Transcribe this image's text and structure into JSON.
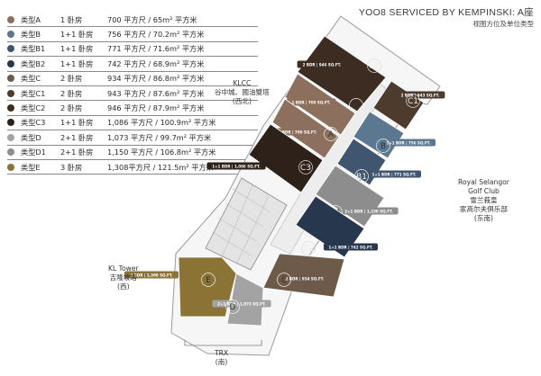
{
  "header": {
    "title": "YOO8 SERVICED BY KEMPINSKI: A座",
    "subtitle": "视图方位及单位类型"
  },
  "colors": {
    "A": "#8c6f5d",
    "B": "#5b7890",
    "B1": "#40566e",
    "B2": "#27374d",
    "C": "#6e5a48",
    "C1": "#4d3b2e",
    "C2": "#3d2c22",
    "C3": "#2e211a",
    "D": "#a3a3a3",
    "D1": "#8d8d8d",
    "E": "#8a7335"
  },
  "legend": [
    {
      "key": "A",
      "type": "类型A",
      "bed": "1 卧房",
      "area": "700 平方尺 / 65m² 平方米"
    },
    {
      "key": "B",
      "type": "类型B",
      "bed": "1+1 卧房",
      "area": "756 平方尺 / 70.2m² 平方米"
    },
    {
      "key": "B1",
      "type": "类型B1",
      "bed": "1+1 卧房",
      "area": "771 平方尺 / 71.6m² 平方米"
    },
    {
      "key": "B2",
      "type": "类型B2",
      "bed": "1+1 卧房",
      "area": "742 平方尺 / 68.9m² 平方米"
    },
    {
      "key": "C",
      "type": "类型C",
      "bed": "2 卧房",
      "area": "934 平方尺 / 86.8m² 平方米"
    },
    {
      "key": "C1",
      "type": "类型C1",
      "bed": "2 卧房",
      "area": "943 平方尺 / 87.6m² 平方米"
    },
    {
      "key": "C2",
      "type": "类型C2",
      "bed": "2 卧房",
      "area": "946 平方尺 / 87.9m² 平方米"
    },
    {
      "key": "C3",
      "type": "类型C3",
      "bed": "1+1 卧房",
      "area": "1,086 平方尺 / 100.9m² 平方米"
    },
    {
      "key": "D",
      "type": "类型D",
      "bed": "2+1 卧房",
      "area": "1,073 平方尺 / 99.7m² 平方米"
    },
    {
      "key": "D1",
      "type": "类型D1",
      "bed": "2+1 卧房",
      "area": "1,150 平方尺 / 106.8m² 平方米"
    },
    {
      "key": "E",
      "type": "类型E",
      "bed": "3 卧房",
      "area": "1,308平方尺 / 121.5m² 平方米"
    }
  ],
  "directions": {
    "north": {
      "en": "KLCC",
      "cn": "谷中城、國油雙塔",
      "dir": "(西北)"
    },
    "east": {
      "en1": "Royal Selangor",
      "en2": "Golf Club",
      "cn1": "雪兰莪皇",
      "cn2": "家高尔夫俱乐部",
      "dir": "(东南)"
    },
    "west": {
      "en": "KL Tower",
      "cn": "吉隆坡塔",
      "dir": "(西)"
    },
    "south": {
      "en": "TRX",
      "dir": "(南)"
    }
  },
  "units": [
    {
      "id": "C2",
      "tag": "2 BDR | 946 SQ.FT."
    },
    {
      "id": "C1",
      "tag": "2 BDR | 943 SQ.FT."
    },
    {
      "id": "A",
      "tag": "1 BDR | 700 SQ.FT."
    },
    {
      "id": "A",
      "tag": "1 BDR | 700 SQ.FT."
    },
    {
      "id": "B",
      "tag": "1+1 BDR | 756 SQ.FT."
    },
    {
      "id": "C3",
      "tag": "1+1 BDR | 1,086 SQ.FT."
    },
    {
      "id": "B1",
      "tag": "1+1 BDR | 771 SQ.FT."
    },
    {
      "id": "D1",
      "tag": "2+1 BDR | 1,150 SQ.FT."
    },
    {
      "id": "B2",
      "tag": "1+1 BDR | 742 SQ.FT."
    },
    {
      "id": "E",
      "tag": "3 BDR | 1,308 SQ.FT."
    },
    {
      "id": "C",
      "tag": "2 BDR | 934 SQ.FT."
    },
    {
      "id": "D",
      "tag": "2+1 BDR | 1,073 SQ.FT."
    }
  ]
}
